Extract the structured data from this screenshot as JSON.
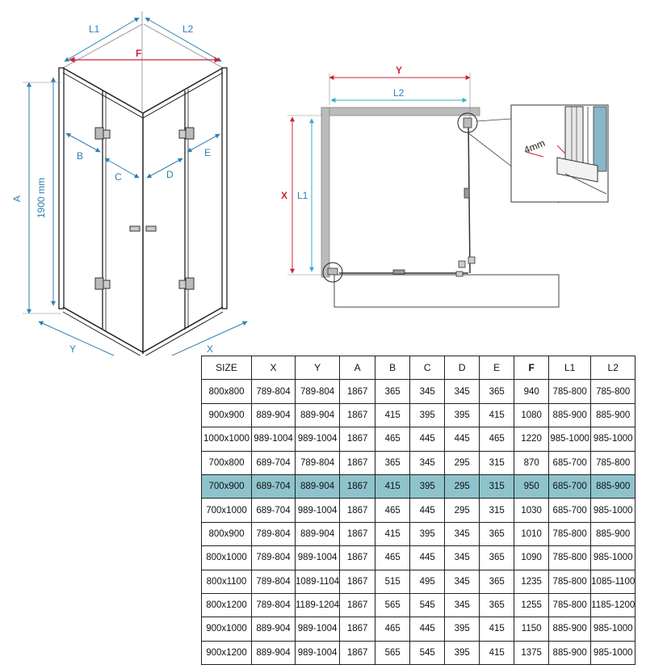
{
  "diagram": {
    "labels": {
      "l1": "L1",
      "l2": "L2",
      "f": "F",
      "a": "A",
      "height": "1900 mm",
      "b": "B",
      "c": "C",
      "d": "D",
      "e": "E",
      "y": "Y",
      "x": "X",
      "plan_y": "Y",
      "plan_l2": "L2",
      "plan_x": "X",
      "plan_l1": "L1",
      "gap": "4mm"
    },
    "colors": {
      "dimension_blue": "#2f7fb0",
      "dimension_cyan": "#3aa9c9",
      "dimension_red": "#d0203a",
      "highlight_row": "#8ec3cc"
    }
  },
  "table": {
    "headers": [
      "SIZE",
      "X",
      "Y",
      "A",
      "B",
      "C",
      "D",
      "E",
      "F",
      "L1",
      "L2"
    ],
    "highlight_row_index": 4,
    "rows": [
      [
        "800x800",
        "789-804",
        "789-804",
        "1867",
        "365",
        "345",
        "345",
        "365",
        "940",
        "785-800",
        "785-800"
      ],
      [
        "900x900",
        "889-904",
        "889-904",
        "1867",
        "415",
        "395",
        "395",
        "415",
        "1080",
        "885-900",
        "885-900"
      ],
      [
        "1000x1000",
        "989-1004",
        "989-1004",
        "1867",
        "465",
        "445",
        "445",
        "465",
        "1220",
        "985-1000",
        "985-1000"
      ],
      [
        "700x800",
        "689-704",
        "789-804",
        "1867",
        "365",
        "345",
        "295",
        "315",
        "870",
        "685-700",
        "785-800"
      ],
      [
        "700x900",
        "689-704",
        "889-904",
        "1867",
        "415",
        "395",
        "295",
        "315",
        "950",
        "685-700",
        "885-900"
      ],
      [
        "700x1000",
        "689-704",
        "989-1004",
        "1867",
        "465",
        "445",
        "295",
        "315",
        "1030",
        "685-700",
        "985-1000"
      ],
      [
        "800x900",
        "789-804",
        "889-904",
        "1867",
        "415",
        "395",
        "345",
        "365",
        "1010",
        "785-800",
        "885-900"
      ],
      [
        "800x1000",
        "789-804",
        "989-1004",
        "1867",
        "465",
        "445",
        "345",
        "365",
        "1090",
        "785-800",
        "985-1000"
      ],
      [
        "800x1100",
        "789-804",
        "1089-1104",
        "1867",
        "515",
        "495",
        "345",
        "365",
        "1235",
        "785-800",
        "1085-1100"
      ],
      [
        "800x1200",
        "789-804",
        "1189-1204",
        "1867",
        "565",
        "545",
        "345",
        "365",
        "1255",
        "785-800",
        "1185-1200"
      ],
      [
        "900x1000",
        "889-904",
        "989-1004",
        "1867",
        "465",
        "445",
        "395",
        "415",
        "1150",
        "885-900",
        "985-1000"
      ],
      [
        "900x1200",
        "889-904",
        "989-1004",
        "1867",
        "565",
        "545",
        "395",
        "415",
        "1375",
        "885-900",
        "985-1000"
      ]
    ]
  }
}
